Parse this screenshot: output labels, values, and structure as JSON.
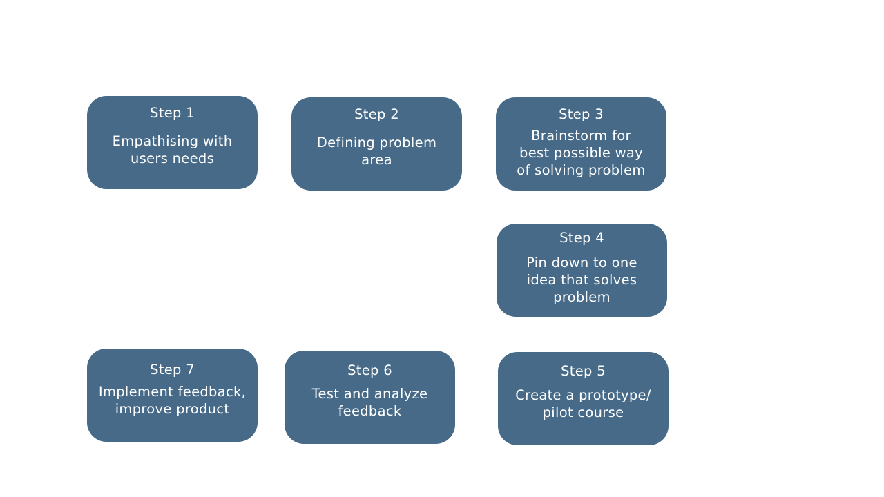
{
  "steps": [
    {
      "title": "Step 1",
      "text": "Empathising with\nusers needs"
    },
    {
      "title": "Step 2",
      "text": "Defining problem\narea"
    },
    {
      "title": "Step 3",
      "text": "Brainstorm for\nbest possible way\nof solving problem"
    },
    {
      "title": "Step 4",
      "text": "Pin down to one\nidea that solves\nproblem"
    },
    {
      "title": "Step 5",
      "text": "Create a prototype/\npilot course"
    },
    {
      "title": "Step 6",
      "text": "Test and analyze\nfeedback"
    },
    {
      "title": "Step 7",
      "text": "Implement feedback,\nimprove product"
    }
  ],
  "colors": {
    "box_fill": "#466a87",
    "box_text": "#ffffff",
    "background": "#ffffff"
  }
}
